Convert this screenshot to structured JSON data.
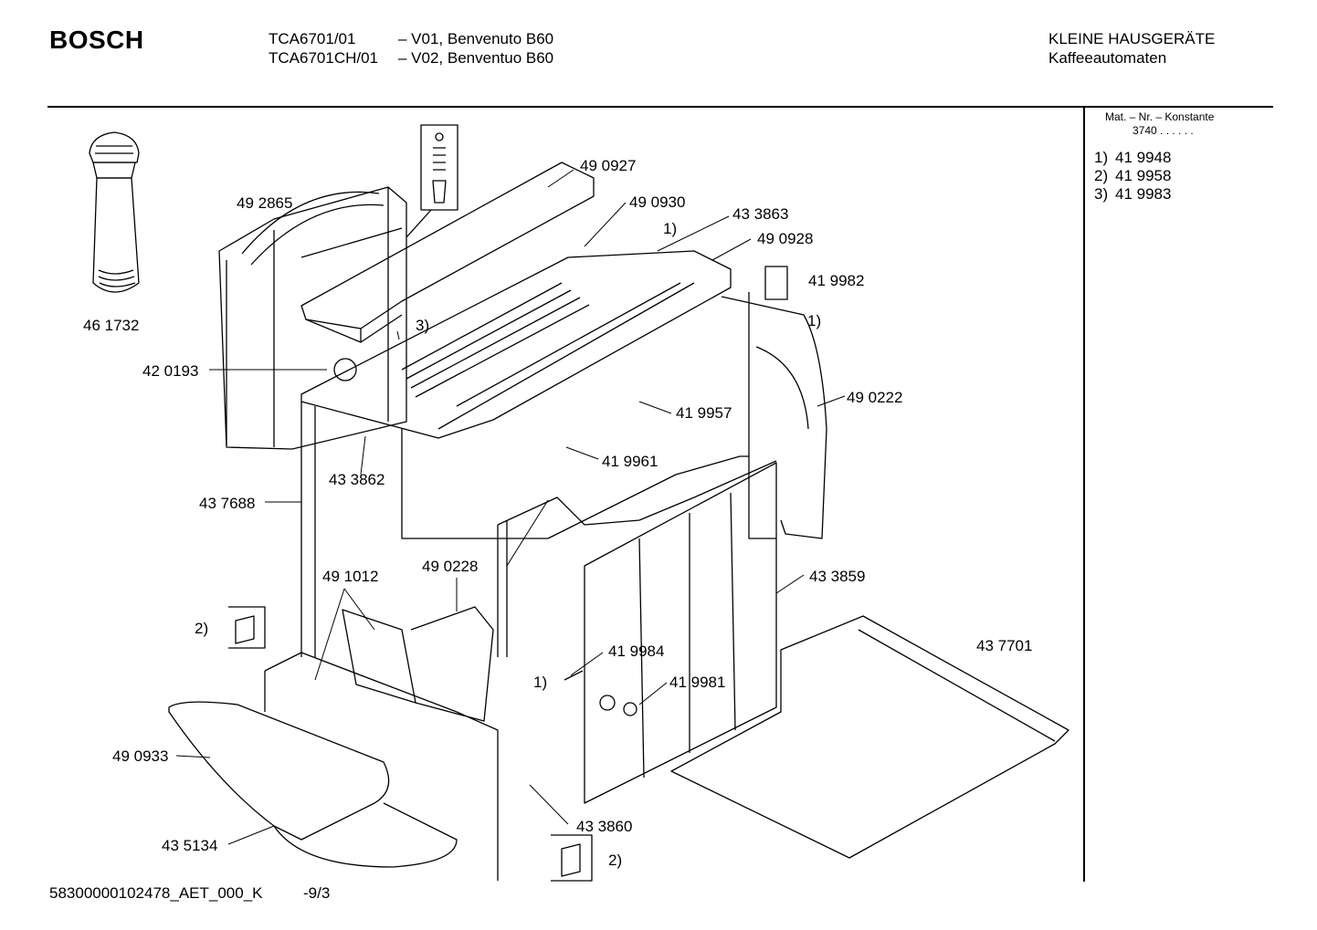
{
  "header": {
    "brand": "BOSCH",
    "models": [
      {
        "code": "TCA6701/01",
        "desc": "– V01, Benvenuto B60"
      },
      {
        "code": "TCA6701CH/01",
        "desc": "– V02, Benventuo B60"
      }
    ],
    "category": "KLEINE HAUSGERÄTE",
    "subcategory": "Kaffeeautomaten"
  },
  "side_panel": {
    "title": "Mat. – Nr. – Konstante",
    "constant": "3740 . . . . . .",
    "notes": [
      {
        "key": "1)",
        "value": "41 9948"
      },
      {
        "key": "2)",
        "value": "41 9958"
      },
      {
        "key": "3)",
        "value": "41 9983"
      }
    ]
  },
  "parts": [
    {
      "id": "p461732",
      "label": "46 1732"
    },
    {
      "id": "p492865",
      "label": "49 2865"
    },
    {
      "id": "p490927",
      "label": "49 0927"
    },
    {
      "id": "p490930",
      "label": "49 0930"
    },
    {
      "id": "p433863",
      "label": "43 3863"
    },
    {
      "id": "p490928",
      "label": "49 0928"
    },
    {
      "id": "p419982",
      "label": "41 9982"
    },
    {
      "id": "p420193",
      "label": "42 0193"
    },
    {
      "id": "p490222",
      "label": "49 0222"
    },
    {
      "id": "p419957",
      "label": "41 9957"
    },
    {
      "id": "p433862",
      "label": "43 3862"
    },
    {
      "id": "p419961",
      "label": "41 9961"
    },
    {
      "id": "p437688",
      "label": "43 7688"
    },
    {
      "id": "p491012",
      "label": "49 1012"
    },
    {
      "id": "p490228",
      "label": "49 0228"
    },
    {
      "id": "p433859",
      "label": "43 3859"
    },
    {
      "id": "p437701",
      "label": "43 7701"
    },
    {
      "id": "p419984",
      "label": "41 9984"
    },
    {
      "id": "p419981",
      "label": "41 9981"
    },
    {
      "id": "p490933",
      "label": "49 0933"
    },
    {
      "id": "p435134",
      "label": "43 5134"
    },
    {
      "id": "p433860",
      "label": "43 3860"
    }
  ],
  "callouts": {
    "n1a": "1)",
    "n1b": "1)",
    "n1c": "1)",
    "n2a": "2)",
    "n2b": "2)",
    "n3": "3)"
  },
  "footer": {
    "doc_id": "58300000102478_AET_000_K",
    "page": "-9/3"
  }
}
